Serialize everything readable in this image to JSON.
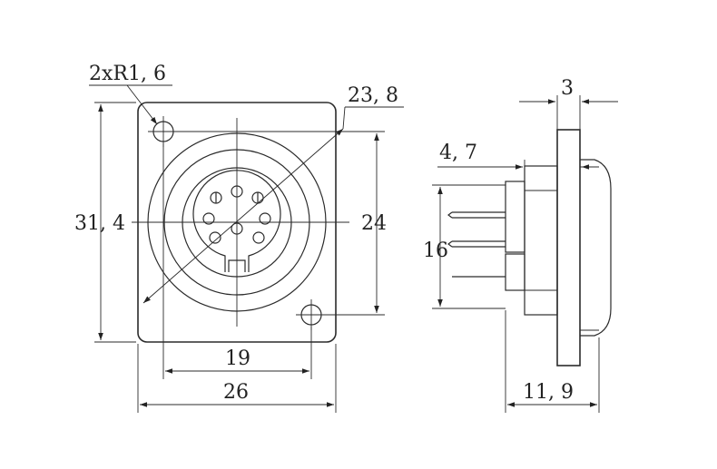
{
  "drawing": {
    "labels": {
      "hole_radius": "2xR1, 6",
      "diagonal": "23, 8",
      "flange_thickness": "3",
      "mount_depth": "4, 7",
      "overall_height": "31, 4",
      "hole_spacing_vertical": "24",
      "pin_span": "16",
      "hole_spacing_horizontal": "19",
      "overall_width": "26",
      "body_depth": "11, 9"
    }
  }
}
